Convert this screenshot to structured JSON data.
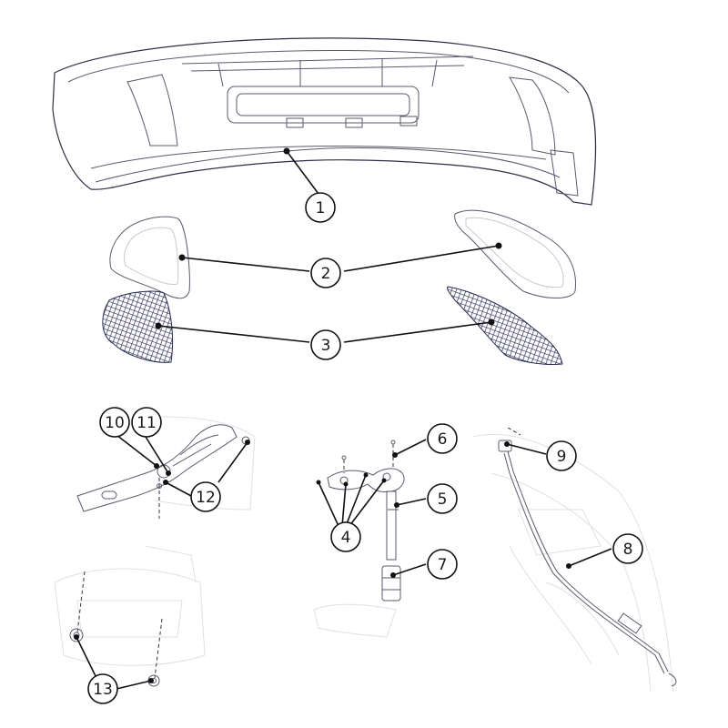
{
  "callouts": {
    "c1": "1",
    "c2": "2",
    "c3": "3",
    "c4": "4",
    "c5": "5",
    "c6": "6",
    "c7": "7",
    "c8": "8",
    "c9": "9",
    "c10": "10",
    "c11": "11",
    "c12": "12",
    "c13": "13"
  },
  "colors": {
    "line": "#111111",
    "hood_outline": "#2e2e48",
    "mesh": "#2a2a55",
    "faint_background": "#c9c9c9"
  }
}
